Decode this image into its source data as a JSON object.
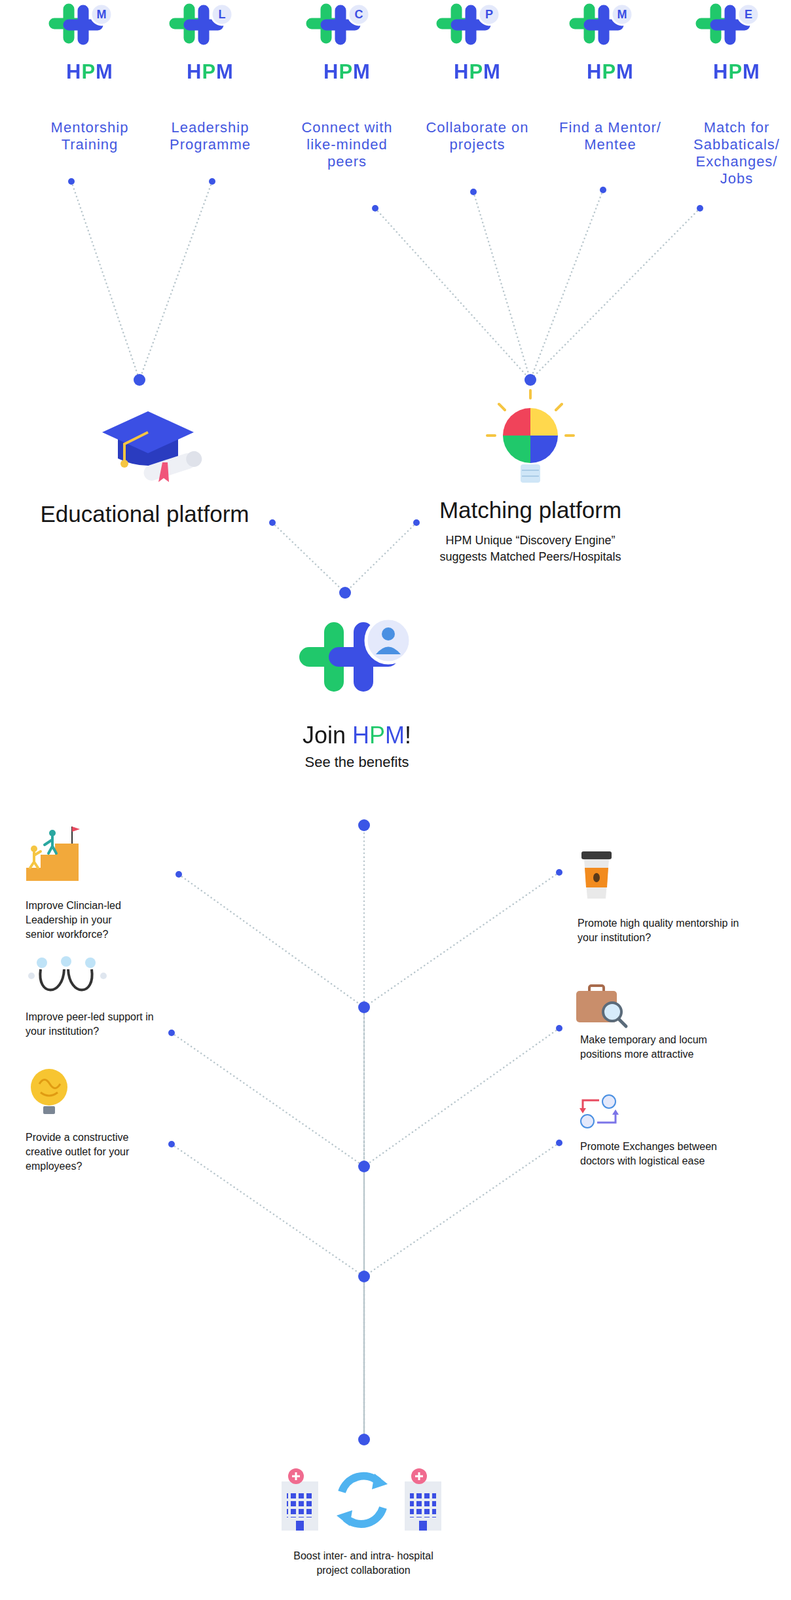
{
  "diagram": {
    "nodes": [
      {
        "text": [
          "M",
          "HPM",
          "Mentorship Training"
        ]
      },
      {
        "text": [
          "L",
          "HPM",
          "Leadership Programme"
        ]
      },
      {
        "text": [
          "C",
          "HPM",
          "Connect with like-minded peers"
        ]
      },
      {
        "text": [
          "P",
          "HPM",
          "Collaborate on projects"
        ]
      },
      {
        "text": [
          "M",
          "HPM",
          "Find a Mentor/ Mentee"
        ]
      },
      {
        "text": [
          "E",
          "HPM",
          "Match for Sabbaticals/ Exchanges/ Jobs"
        ]
      },
      {
        "text": [
          "Educational platform"
        ]
      },
      {
        "text": [
          "Matching platform",
          "HPM Unique “Discovery Engine” suggests Matched Peers/Hospitals"
        ]
      },
      {
        "text": [
          "Join HPM!",
          "See the benefits"
        ]
      },
      {
        "text": [
          "Improve Clincian-led Leadership in your senior workforce?"
        ]
      },
      {
        "text": [
          "Promote high quality mentorship in your institution?"
        ]
      },
      {
        "text": [
          "Improve peer-led support in your institution?"
        ]
      },
      {
        "text": [
          "Make temporary and locum positions more attractive"
        ]
      },
      {
        "text": [
          "Provide a constructive creative outlet for your employees?"
        ]
      },
      {
        "text": [
          "Promote Exchanges between doctors with logistical ease"
        ]
      },
      {
        "text": [
          "Boost inter- and intra- hospital project collaboration"
        ]
      }
    ],
    "edges": [
      {
        "from": 0,
        "to": 6,
        "arrow": "none"
      },
      {
        "from": 1,
        "to": 6,
        "arrow": "none"
      },
      {
        "from": 2,
        "to": 7,
        "arrow": "none"
      },
      {
        "from": 3,
        "to": 7,
        "arrow": "none"
      },
      {
        "from": 4,
        "to": 7,
        "arrow": "none"
      },
      {
        "from": 5,
        "to": 7,
        "arrow": "none"
      },
      {
        "from": 6,
        "to": 8,
        "arrow": "none"
      },
      {
        "from": 7,
        "to": 8,
        "arrow": "none"
      },
      {
        "from": 8,
        "to": 15,
        "arrow": "none"
      },
      {
        "from": 9,
        "to": 15,
        "arrow": "none"
      },
      {
        "from": 10,
        "to": 15,
        "arrow": "none"
      },
      {
        "from": 11,
        "to": 15,
        "arrow": "none"
      },
      {
        "from": 12,
        "to": 15,
        "arrow": "none"
      },
      {
        "from": 13,
        "to": 15,
        "arrow": "none"
      },
      {
        "from": 14,
        "to": 15,
        "arrow": "none"
      }
    ]
  }
}
